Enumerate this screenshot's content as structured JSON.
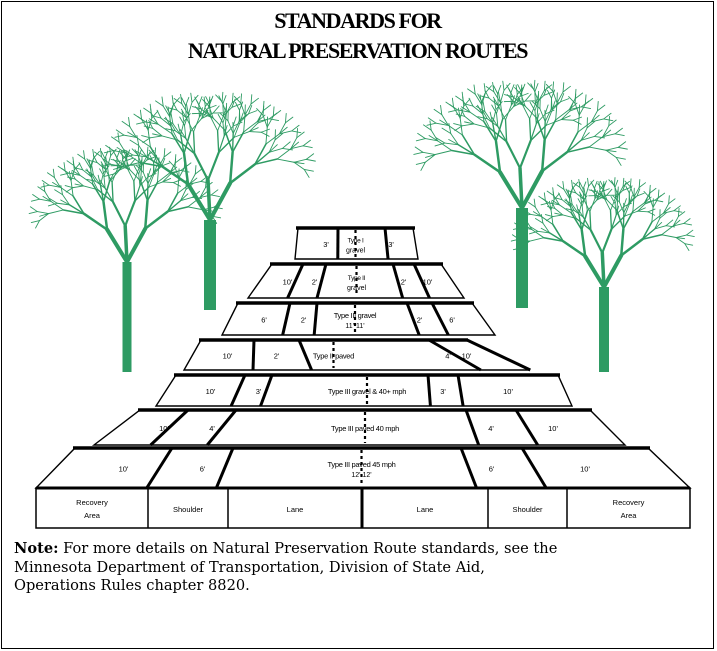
{
  "title": {
    "line1": "STANDARDS FOR",
    "line2": "NATURAL PRESERVATION ROUTES"
  },
  "road_rows": [
    {
      "roadway": "Type I",
      "roadway_2": "gravel",
      "cells": [
        "3'",
        "3'"
      ]
    },
    {
      "roadway": "Type II",
      "roadway_2": "gravel",
      "cells": [
        "10'",
        "2'",
        "2'",
        "10'"
      ]
    },
    {
      "roadway": "Type III gravel",
      "roadway_2": "11'   11'",
      "cells": [
        "6'",
        "2'",
        "2'",
        "6'"
      ]
    },
    {
      "roadway": "Type II paved",
      "cells": [
        "10'",
        "2'",
        "4'",
        "10'"
      ]
    },
    {
      "roadway": "Type III gravel & 40+ mph",
      "cells": [
        "10'",
        "3'",
        "3'",
        "10'"
      ]
    },
    {
      "roadway": "Type III paved 40 mph",
      "cells": [
        "10'",
        "4'",
        "4'",
        "10'"
      ]
    },
    {
      "roadway": "Type III paved 45 mph",
      "roadway_2": "12'   12'",
      "cells": [
        "10'",
        "6'",
        "6'",
        "10'"
      ]
    }
  ],
  "cross_section_labels": [
    "Recovery Area",
    "Shoulder",
    "Lane",
    "Lane",
    "Shoulder",
    "Recovery Area"
  ],
  "tree_icon_color": "#2e9b63",
  "note": {
    "label": "Note:",
    "line1": "For more details on Natural Preservation Route standards, see the",
    "line2": "Minnesota Department of Transportation, Division of State Aid,",
    "line3": "Operations Rules chapter 8820."
  }
}
